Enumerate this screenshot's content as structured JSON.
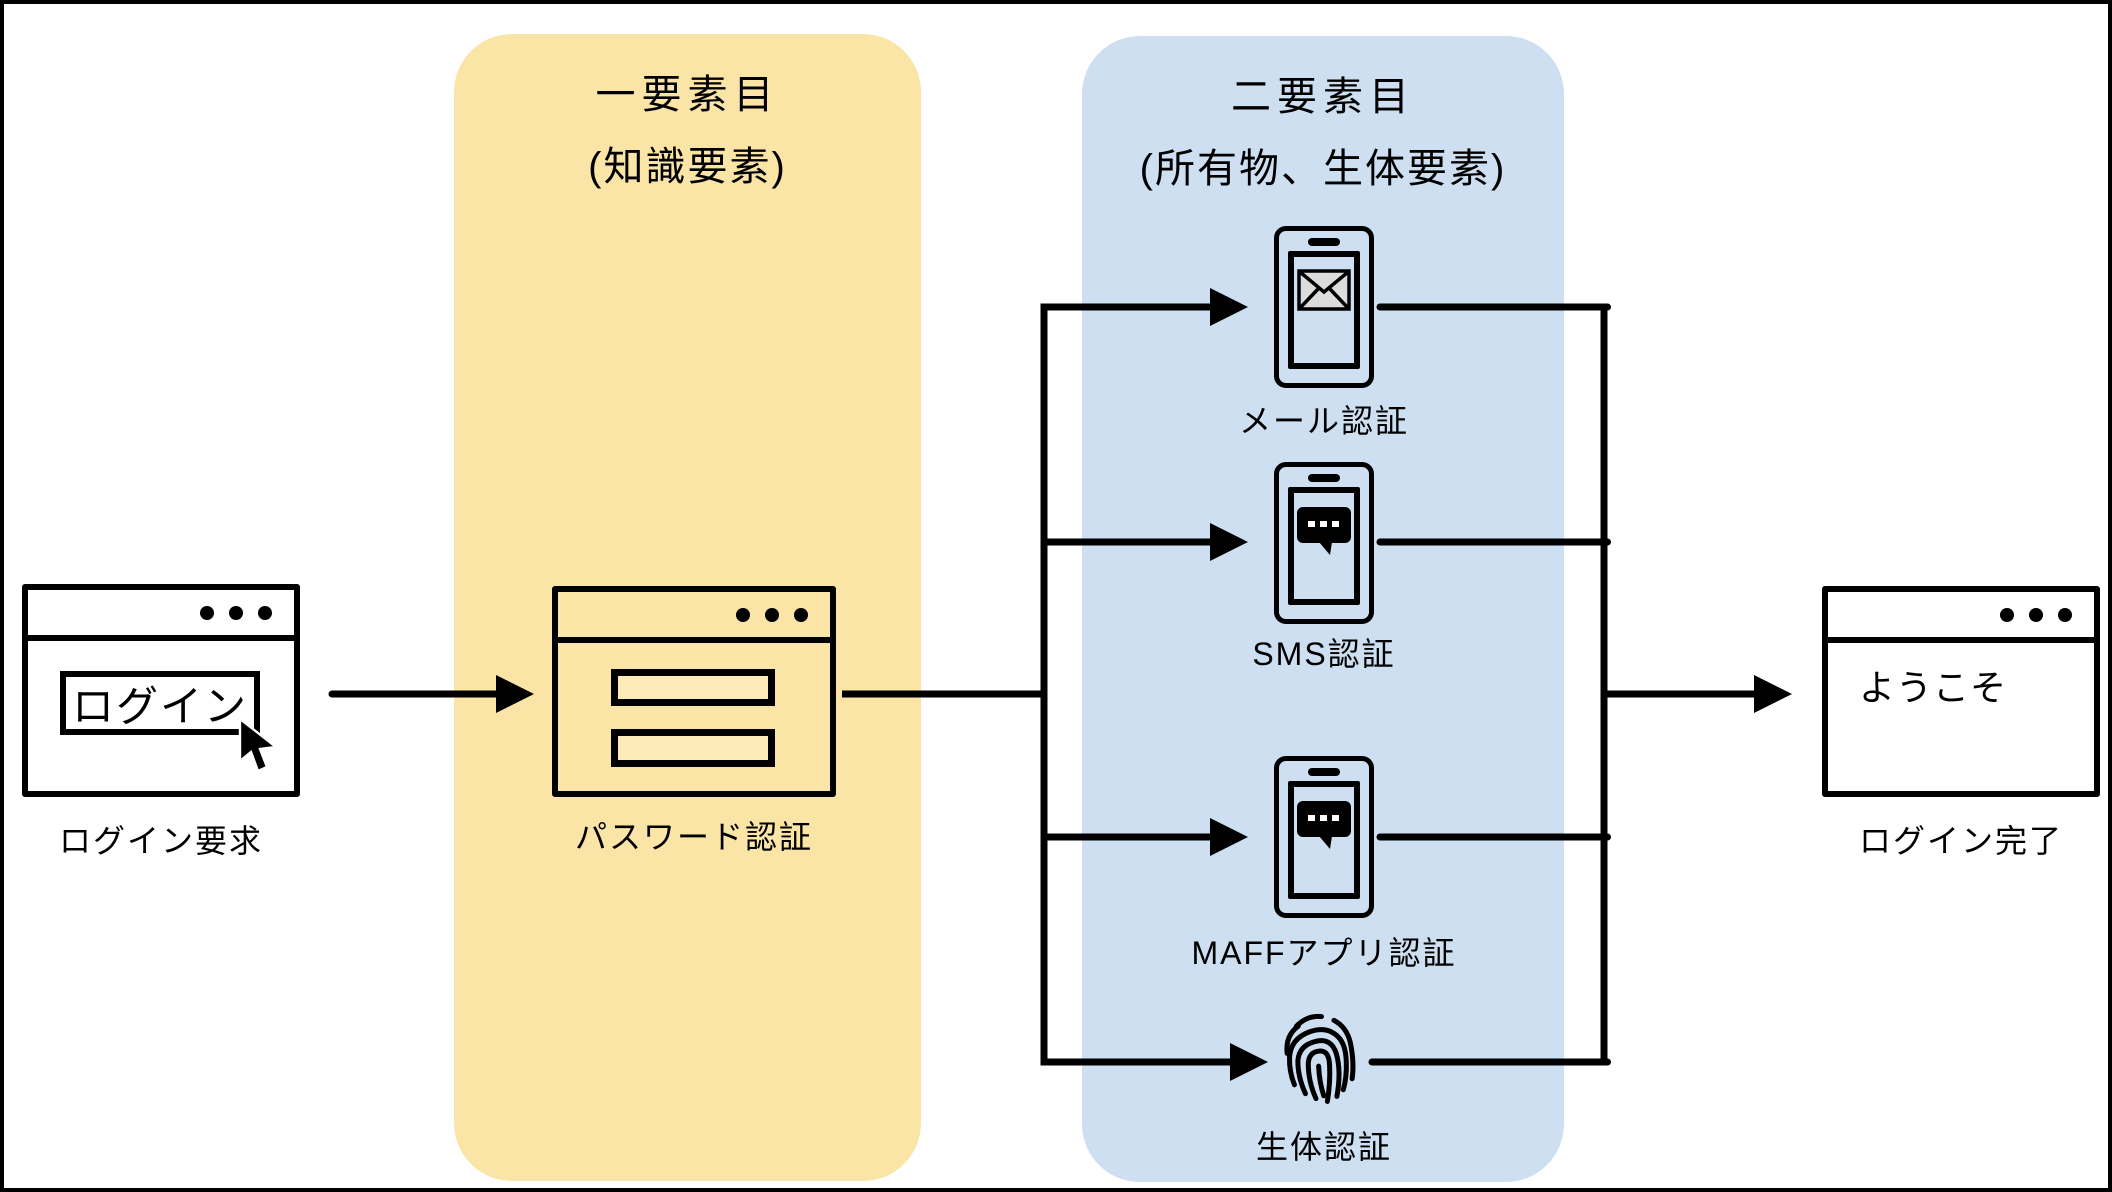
{
  "colors": {
    "factor1_bg": "#FBE5A6",
    "factor2_bg": "#CDDFF0",
    "stroke": "#000000"
  },
  "factor1": {
    "title": "一要素目",
    "subtitle": "(知識要素)"
  },
  "factor2": {
    "title": "二要素目",
    "subtitle": "(所有物、生体要素)"
  },
  "login_request": {
    "button_label": "ログイン",
    "label": "ログイン要求"
  },
  "password_auth": {
    "label": "パスワード認証"
  },
  "email_auth": {
    "label": "メール認証"
  },
  "sms_auth": {
    "label": "SMS認証"
  },
  "maff_auth": {
    "label": "MAFFアプリ認証"
  },
  "biometric_auth": {
    "label": "生体認証"
  },
  "login_complete": {
    "welcome_text": "ようこそ",
    "label": "ログイン完了"
  }
}
